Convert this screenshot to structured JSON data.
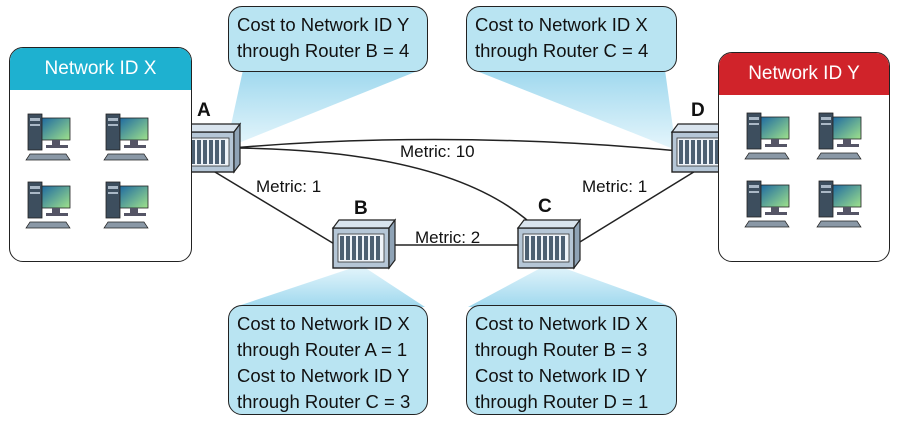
{
  "networks": {
    "x": {
      "title": "Network ID X",
      "color": "#1eb1d0"
    },
    "y": {
      "title": "Network ID Y",
      "color": "#d0232a"
    }
  },
  "routers": {
    "a": {
      "label": "A"
    },
    "b": {
      "label": "B"
    },
    "c": {
      "label": "C"
    },
    "d": {
      "label": "D"
    }
  },
  "links": {
    "ad": "Metric: 10",
    "ab": "Metric: 1",
    "bc": "Metric: 2",
    "cd": "Metric: 1"
  },
  "tables": {
    "a": [
      "Cost to Network ID Y",
      "through Router B = 4"
    ],
    "d": [
      "Cost to Network ID X",
      "through Router C = 4"
    ],
    "b": [
      "Cost to Network ID X",
      "through Router A = 1",
      "Cost to Network ID Y",
      "through Router C = 3"
    ],
    "c": [
      "Cost to Network ID X",
      "through Router B = 3",
      "Cost to Network ID Y",
      "through Router D = 1"
    ]
  },
  "colors": {
    "bubble": "#b9e4f2",
    "router": "#9eb2c4",
    "monitor": "#7fd3b8"
  },
  "icons": {
    "router": "router-icon",
    "computer": "computer-icon"
  }
}
